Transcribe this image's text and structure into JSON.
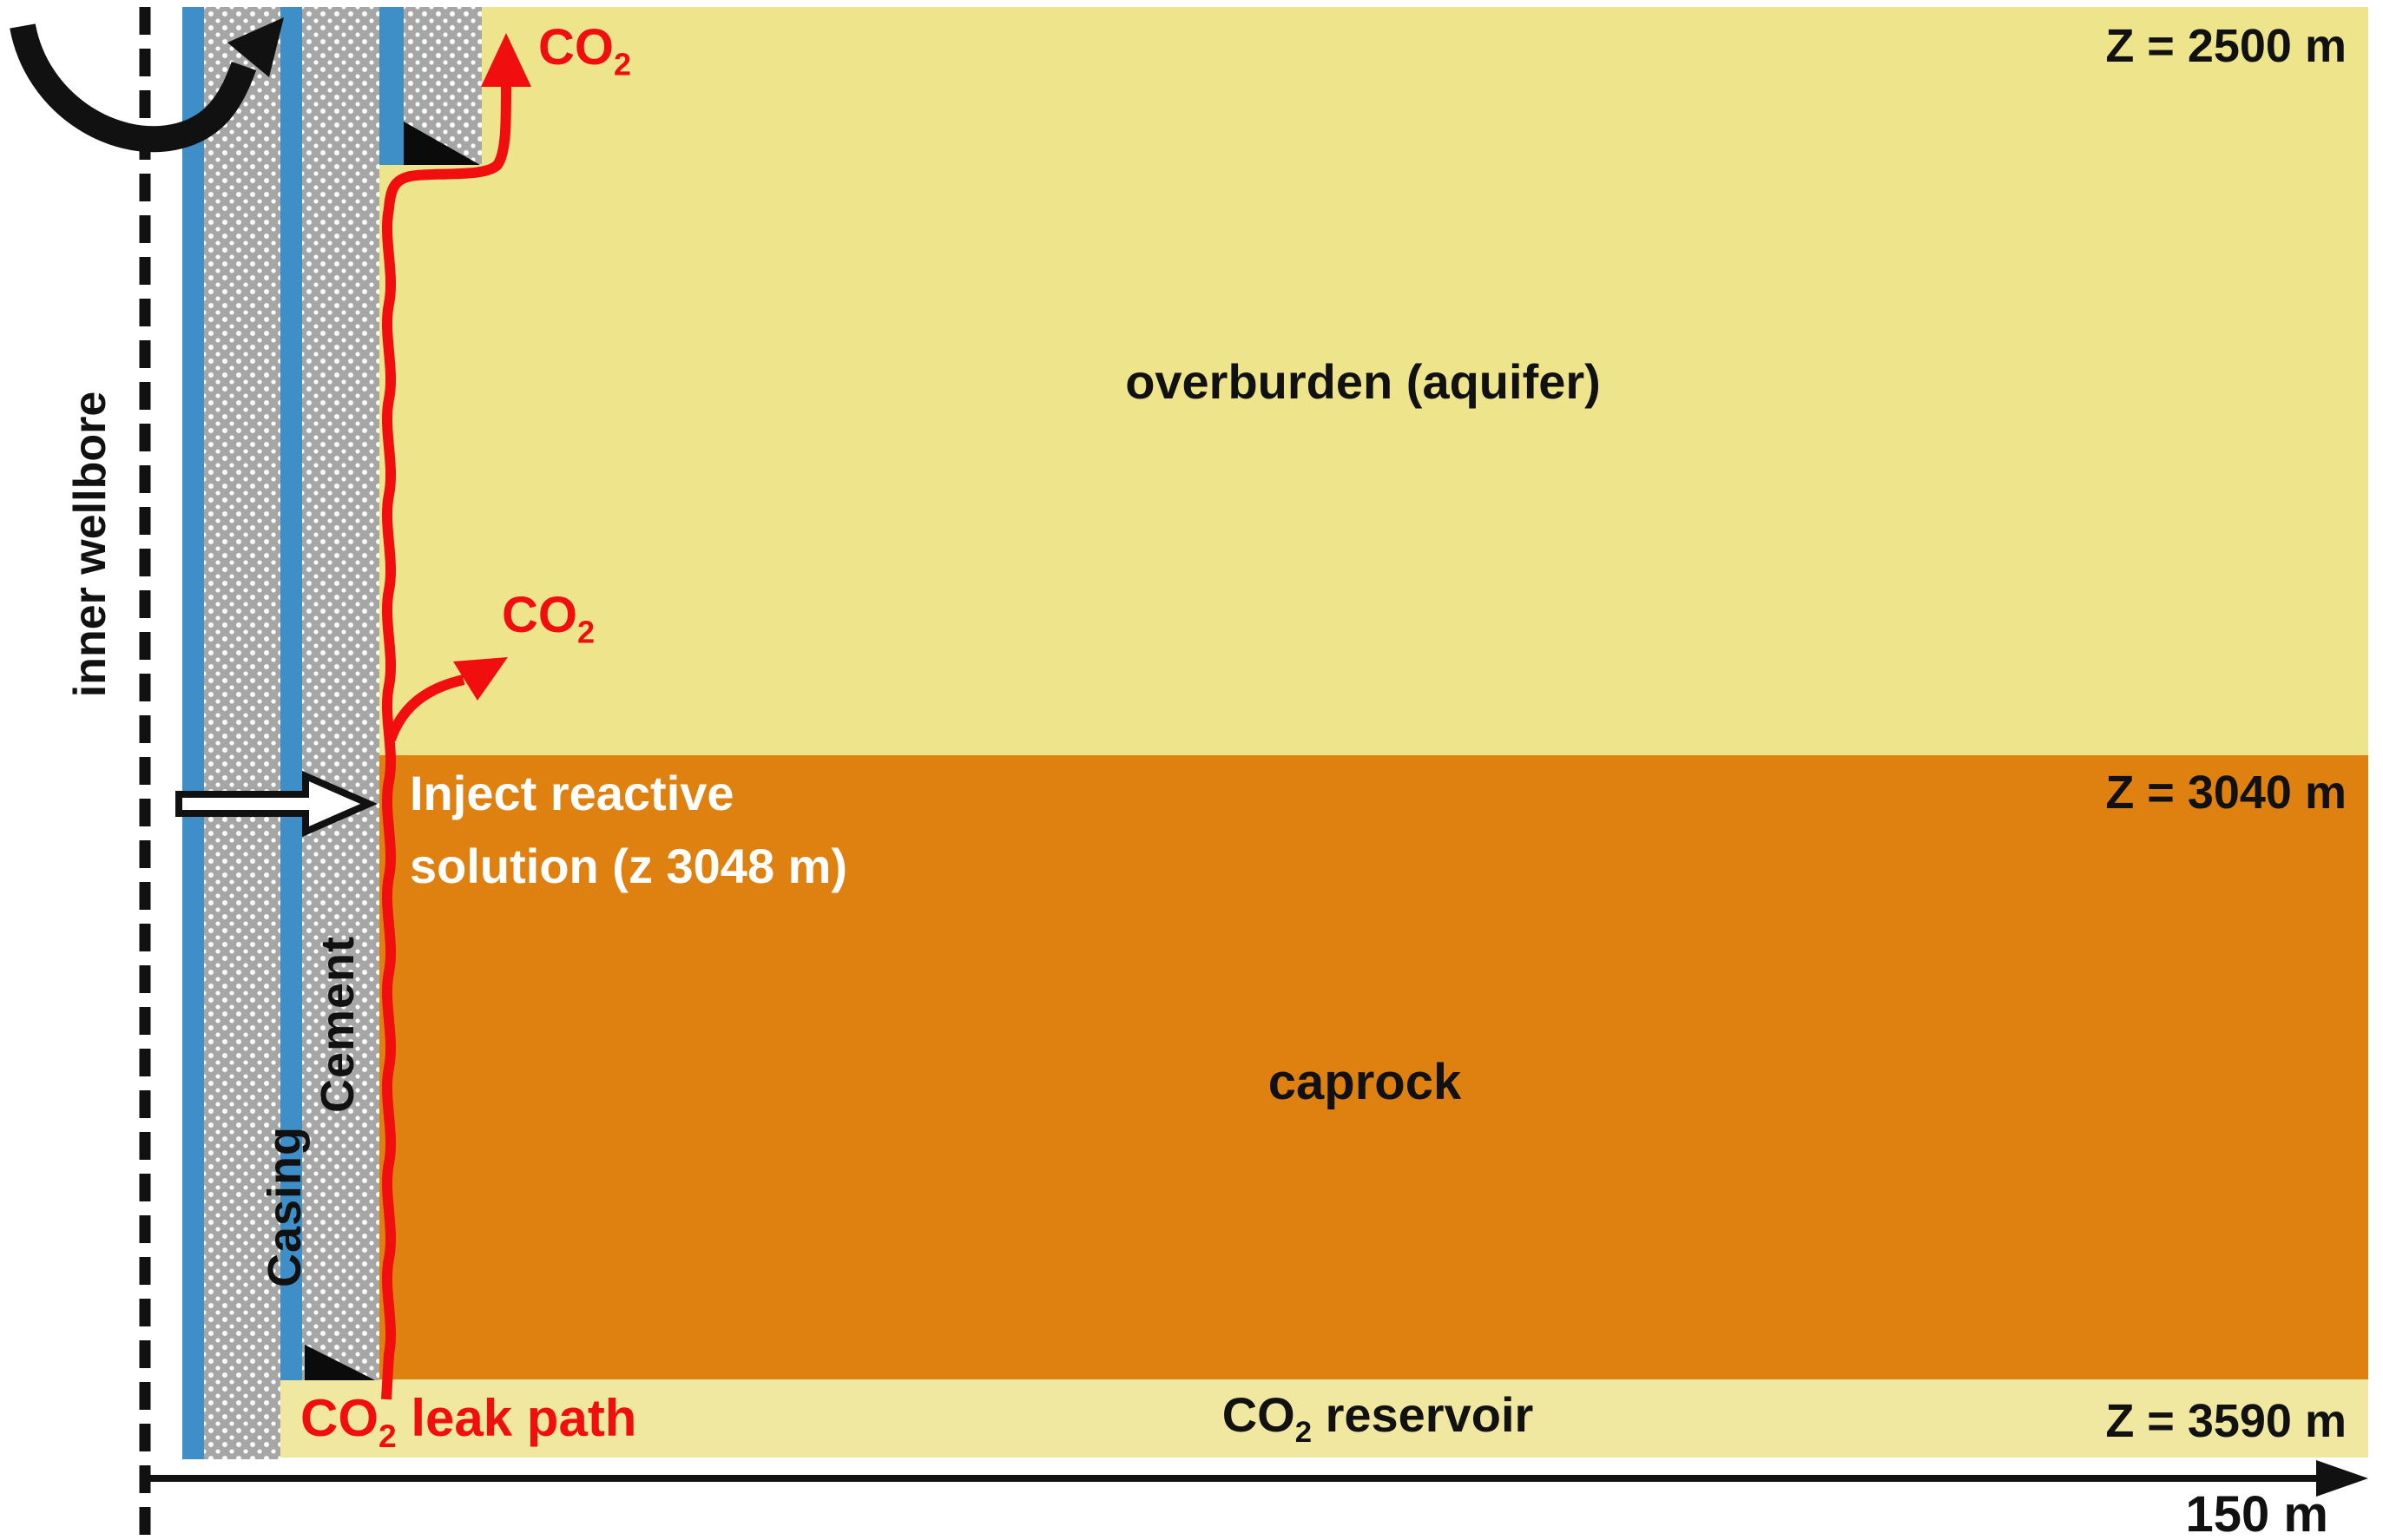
{
  "colors": {
    "overburden_yellow": "#EDE48C",
    "reservoir_yellow": "#F0E7A2",
    "caprock_orange": "#DF8110",
    "casing_blue": "#3E8EC8",
    "cement_gray": "#A6A6A6",
    "leak_red": "#F00E0E",
    "ink_black": "#111111"
  },
  "wellbore": {
    "inner_label": "inner wellbore",
    "casing_label": "Casing",
    "cement_label": "Cement"
  },
  "layers": {
    "overburden_label": "overburden (aquifer)",
    "caprock_label": "caprock",
    "reservoir": {
      "prefix": "CO",
      "sub": "2",
      "rest": " reservoir"
    }
  },
  "depths": {
    "top": "Z = 2500 m",
    "caprock_top": "Z = 3040 m",
    "reservoir_bottom": "Z = 3590 m",
    "width_scale": "150 m"
  },
  "annotations": {
    "co2_top": {
      "prefix": "CO",
      "sub": "2"
    },
    "co2_mid": {
      "prefix": "CO",
      "sub": "2"
    },
    "leak": {
      "prefix": "CO",
      "sub": "2",
      "rest": " leak path"
    },
    "inject_line1": "Inject reactive",
    "inject_line2": "solution (z 3048 m)"
  }
}
